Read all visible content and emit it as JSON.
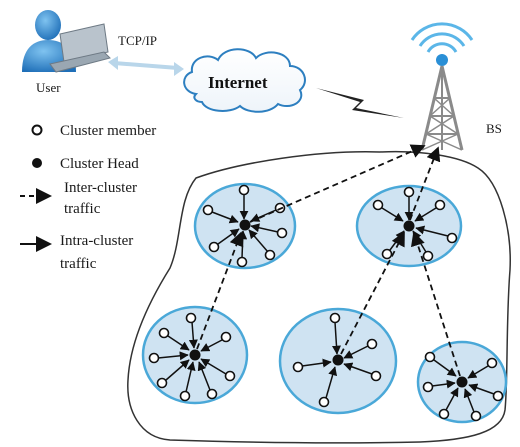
{
  "user": {
    "label": "User"
  },
  "link": {
    "label": "TCP/IP"
  },
  "internet": {
    "label": "Internet"
  },
  "bs": {
    "label": "BS"
  },
  "legend": {
    "member": "Cluster member",
    "head": "Cluster Head",
    "inter_line1": "Inter-cluster",
    "inter_line2": "traffic",
    "intra_line1": "Intra-cluster",
    "intra_line2": "traffic"
  },
  "colors": {
    "cluster_fill": "#cfe3f2",
    "cluster_stroke": "#4aa8d8",
    "tower": "#8a8a8a",
    "tower_tip": "#2a8fd6",
    "signal": "#5bb6e8",
    "user_body": "#3a8fd0",
    "laptop": "#9aa7b2"
  }
}
